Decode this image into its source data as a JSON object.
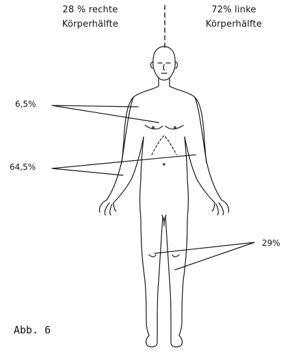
{
  "header": {
    "left_line1": "28 % rechte",
    "left_line2": "Körperhälfte",
    "right_line1": "72% linke",
    "right_line2": "Körperhälfte"
  },
  "labels": {
    "thorax": "6,5%",
    "abdomen": "64,5%",
    "legs": "29%"
  },
  "caption": "Abb. 6"
}
